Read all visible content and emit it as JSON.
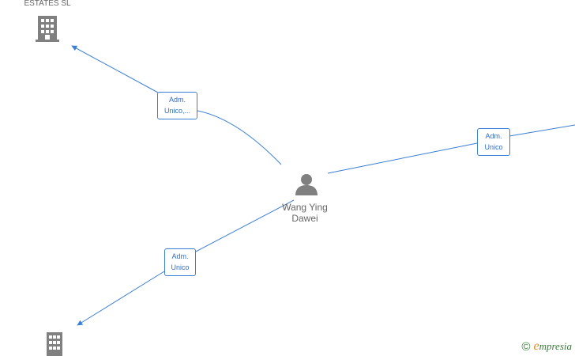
{
  "nodes": {
    "company_top": {
      "label": "ESTATES SL",
      "icon": "building-icon"
    },
    "person": {
      "label_line1": "Wang Ying",
      "label_line2": "Dawei",
      "icon": "person-icon"
    },
    "company_bottom": {
      "label": "",
      "icon": "building-icon"
    },
    "company_right": {
      "label": "",
      "icon": ""
    }
  },
  "edges": {
    "to_top": {
      "line1": "Adm.",
      "line2": "Unico,..."
    },
    "to_right": {
      "line1": "Adm.",
      "line2": "Unico"
    },
    "to_bottom": {
      "line1": "Adm.",
      "line2": "Unico"
    }
  },
  "watermark": {
    "copyright_symbol": "©",
    "brand_initial": "e",
    "brand_rest": "mpresia"
  },
  "colors": {
    "edge": "#3b7fd4",
    "icon": "#808080",
    "label_text": "#666666",
    "brand_green": "#3a7a3a",
    "brand_orange": "#e08a1c"
  }
}
